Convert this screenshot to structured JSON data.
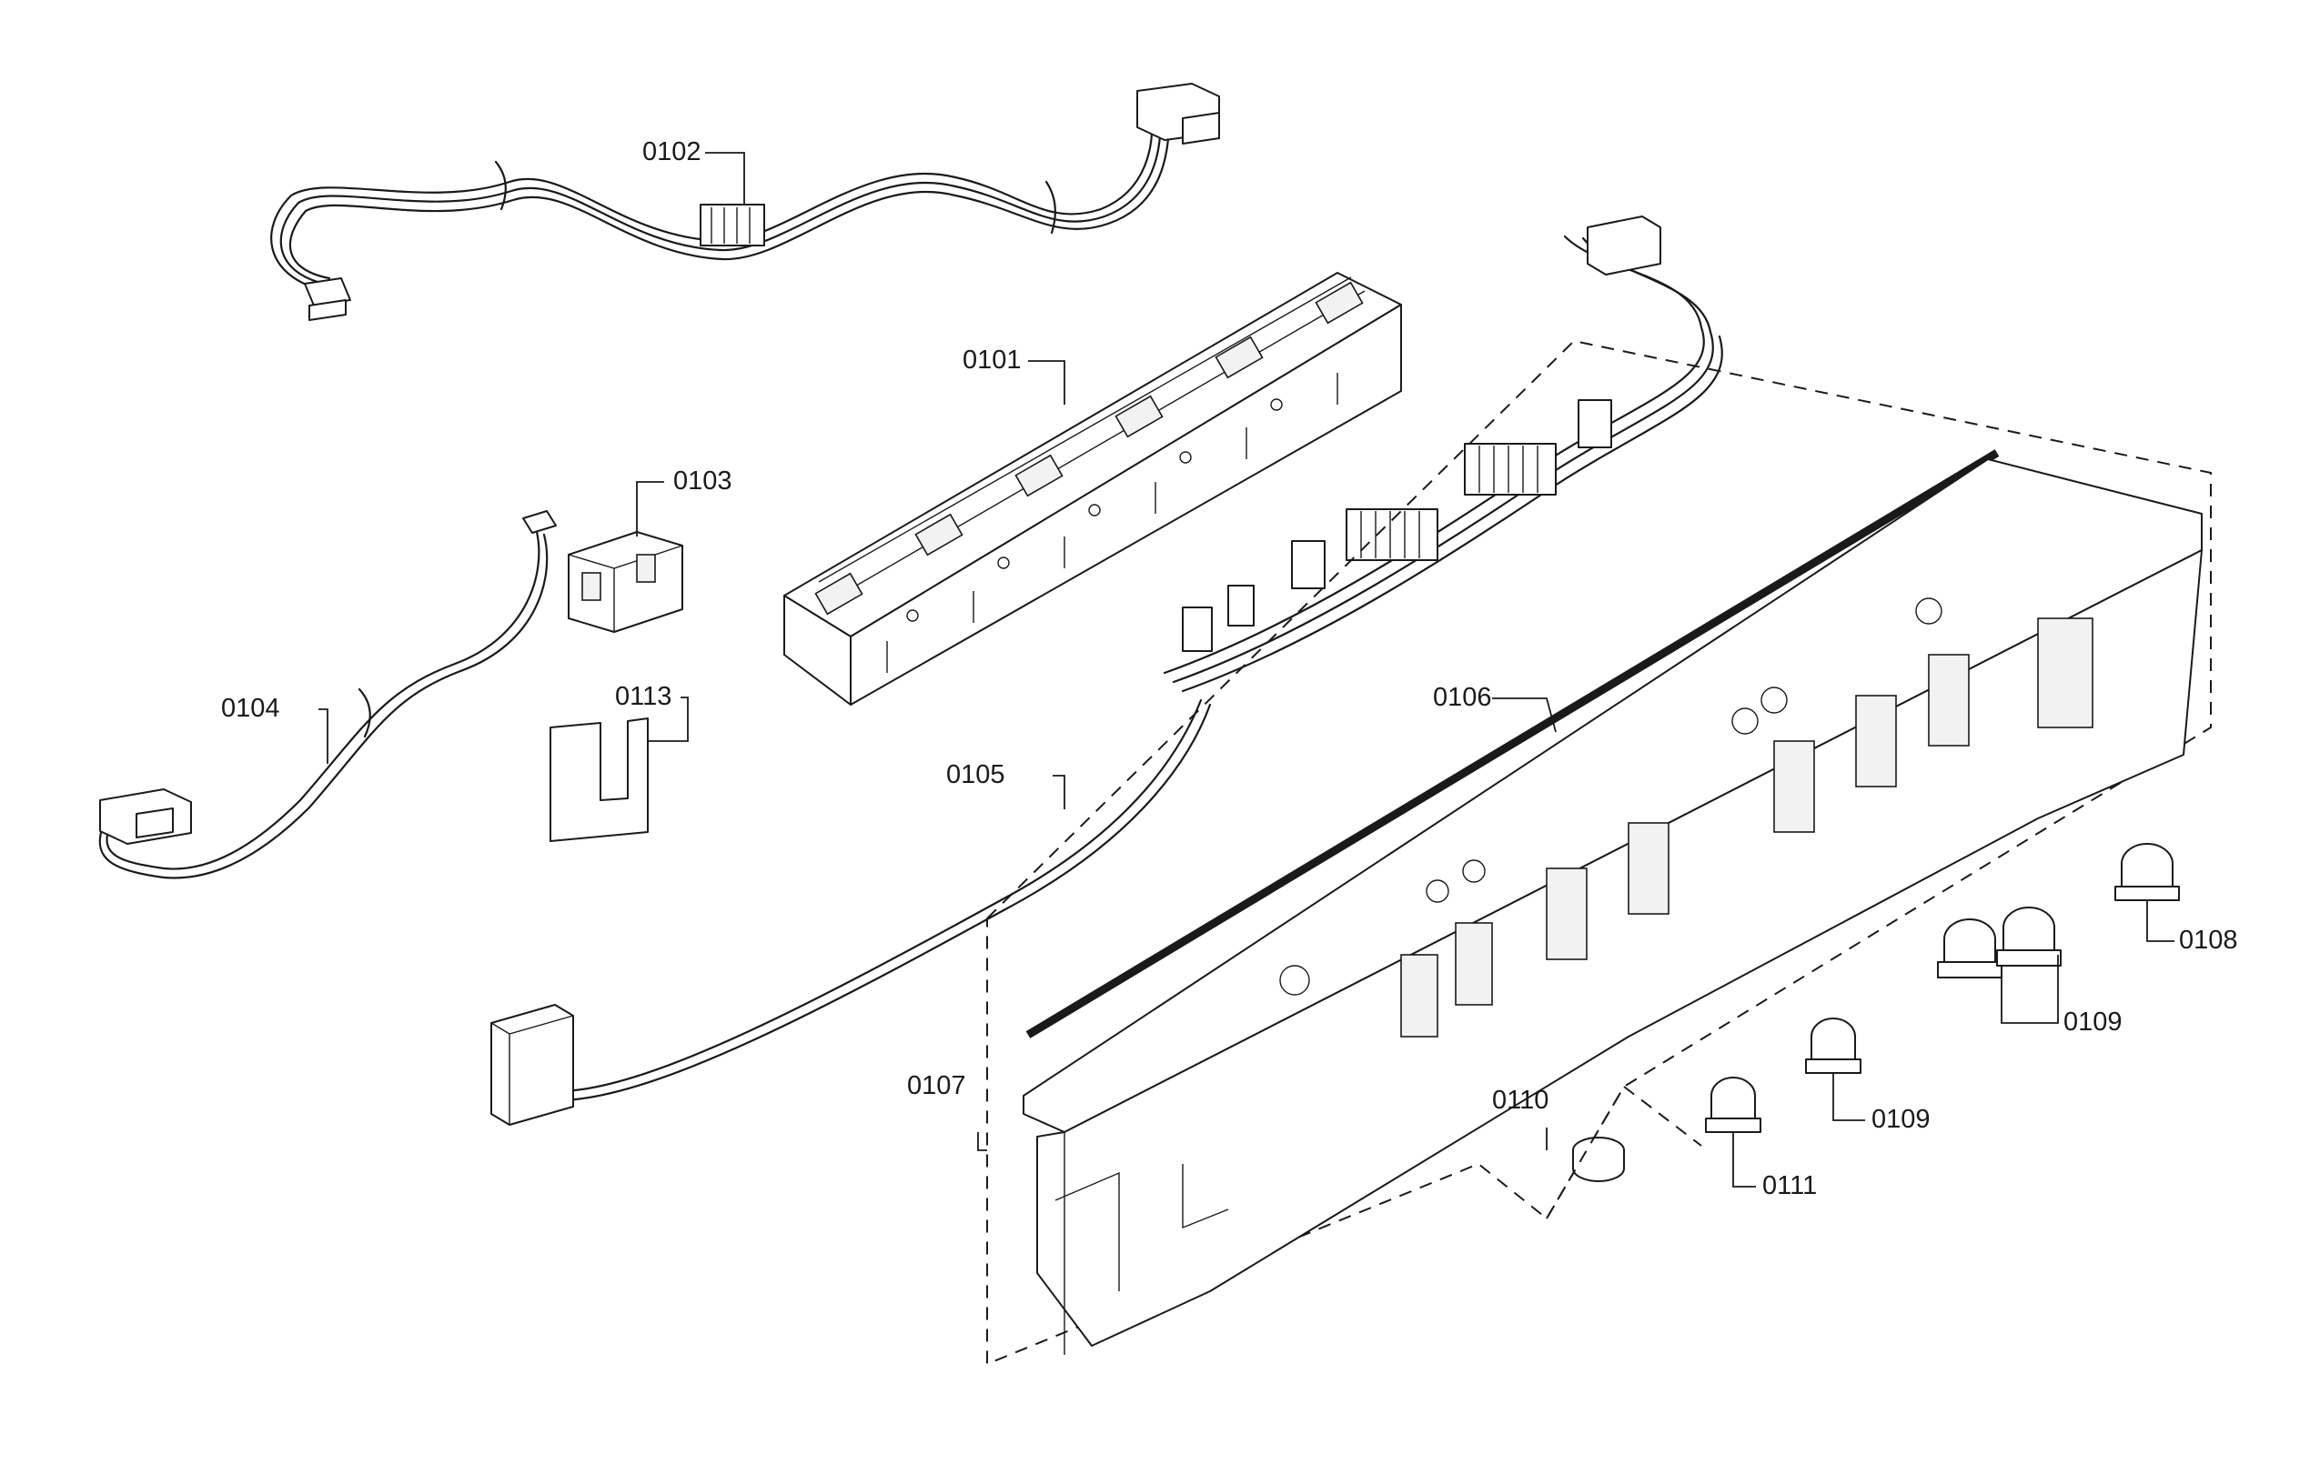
{
  "labels": {
    "p0101": "0101",
    "p0102": "0102",
    "p0103": "0103",
    "p0104": "0104",
    "p0105": "0105",
    "p0106": "0106",
    "p0107": "0107",
    "p0108": "0108",
    "p0109a": "0109",
    "p0109b": "0109",
    "p0110": "0110",
    "p0111": "0111",
    "p0113": "0113"
  }
}
